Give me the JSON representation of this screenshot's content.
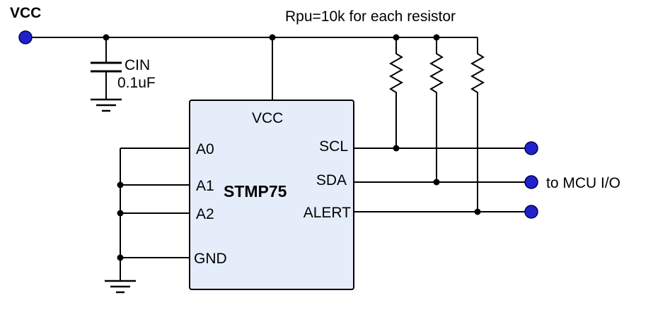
{
  "diagram": {
    "power_label": "VCC",
    "pullup_note": "Rpu=10k for each resistor",
    "capacitor": {
      "name": "CIN",
      "value": "0.1uF"
    },
    "chip": {
      "name": "STMP75",
      "pin_vcc": "VCC",
      "pin_a0": "A0",
      "pin_a1": "A1",
      "pin_a2": "A2",
      "pin_gnd": "GND",
      "pin_scl": "SCL",
      "pin_sda": "SDA",
      "pin_alert": "ALERT"
    },
    "mcu_note": "to MCU I/O",
    "colors": {
      "wire": "#000000",
      "chip_fill": "#e6edfa",
      "chip_border": "#000000",
      "terminal_fill": "#2121cc",
      "terminal_border": "#000050"
    }
  }
}
